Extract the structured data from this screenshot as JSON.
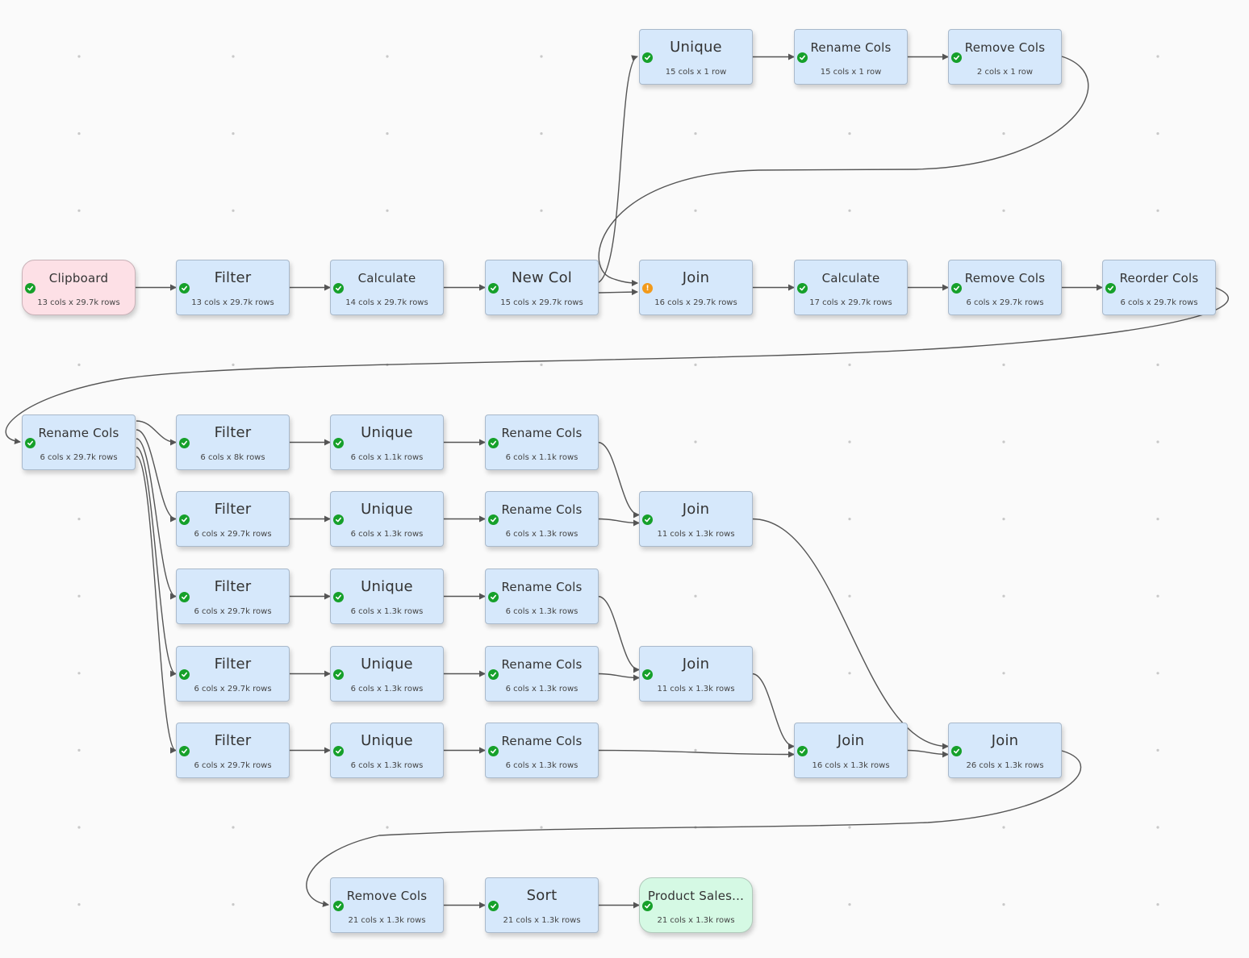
{
  "colors": {
    "node_fill": "#d6e8fb",
    "source_fill": "#fde0e6",
    "output_fill": "#d5f9e4",
    "ok": "#16a02a",
    "warn": "#f29a1b",
    "edge": "#555555"
  },
  "nodes": [
    {
      "id": "unique_top",
      "title": "Unique",
      "subtitle": "15 cols x 1 row",
      "status": "ok",
      "kind": "normal"
    },
    {
      "id": "rename_top",
      "title": "Rename Cols",
      "subtitle": "15 cols x 1 row",
      "status": "ok",
      "kind": "normal"
    },
    {
      "id": "remove_top",
      "title": "Remove Cols",
      "subtitle": "2 cols x 1 row",
      "status": "ok",
      "kind": "normal"
    },
    {
      "id": "clipboard",
      "title": "Clipboard",
      "subtitle": "13 cols x 29.7k rows",
      "status": "ok",
      "kind": "source"
    },
    {
      "id": "filter_main",
      "title": "Filter",
      "subtitle": "13 cols x 29.7k rows",
      "status": "ok",
      "kind": "normal"
    },
    {
      "id": "calc1",
      "title": "Calculate",
      "subtitle": "14 cols x 29.7k rows",
      "status": "ok",
      "kind": "normal"
    },
    {
      "id": "newcol",
      "title": "New Col",
      "subtitle": "15 cols x 29.7k rows",
      "status": "ok",
      "kind": "normal"
    },
    {
      "id": "join_main",
      "title": "Join",
      "subtitle": "16 cols x 29.7k rows",
      "status": "warn",
      "kind": "normal"
    },
    {
      "id": "calc2",
      "title": "Calculate",
      "subtitle": "17 cols x 29.7k rows",
      "status": "ok",
      "kind": "normal"
    },
    {
      "id": "remove_main",
      "title": "Remove Cols",
      "subtitle": "6 cols x 29.7k rows",
      "status": "ok",
      "kind": "normal"
    },
    {
      "id": "reorder",
      "title": "Reorder Cols",
      "subtitle": "6 cols x 29.7k rows",
      "status": "ok",
      "kind": "normal"
    },
    {
      "id": "rename_hub",
      "title": "Rename Cols",
      "subtitle": "6 cols x 29.7k rows",
      "status": "ok",
      "kind": "normal"
    },
    {
      "id": "f1",
      "title": "Filter",
      "subtitle": "6 cols x 8k rows",
      "status": "ok",
      "kind": "normal"
    },
    {
      "id": "u1",
      "title": "Unique",
      "subtitle": "6 cols x 1.1k rows",
      "status": "ok",
      "kind": "normal"
    },
    {
      "id": "r1",
      "title": "Rename Cols",
      "subtitle": "6 cols x 1.1k rows",
      "status": "ok",
      "kind": "normal"
    },
    {
      "id": "f2",
      "title": "Filter",
      "subtitle": "6 cols x 29.7k rows",
      "status": "ok",
      "kind": "normal"
    },
    {
      "id": "u2",
      "title": "Unique",
      "subtitle": "6 cols x 1.3k rows",
      "status": "ok",
      "kind": "normal"
    },
    {
      "id": "r2",
      "title": "Rename Cols",
      "subtitle": "6 cols x 1.3k rows",
      "status": "ok",
      "kind": "normal"
    },
    {
      "id": "j1",
      "title": "Join",
      "subtitle": "11 cols x 1.3k rows",
      "status": "ok",
      "kind": "normal"
    },
    {
      "id": "f3",
      "title": "Filter",
      "subtitle": "6 cols x 29.7k rows",
      "status": "ok",
      "kind": "normal"
    },
    {
      "id": "u3",
      "title": "Unique",
      "subtitle": "6 cols x 1.3k rows",
      "status": "ok",
      "kind": "normal"
    },
    {
      "id": "r3",
      "title": "Rename Cols",
      "subtitle": "6 cols x 1.3k rows",
      "status": "ok",
      "kind": "normal"
    },
    {
      "id": "f4",
      "title": "Filter",
      "subtitle": "6 cols x 29.7k rows",
      "status": "ok",
      "kind": "normal"
    },
    {
      "id": "u4",
      "title": "Unique",
      "subtitle": "6 cols x 1.3k rows",
      "status": "ok",
      "kind": "normal"
    },
    {
      "id": "r4",
      "title": "Rename Cols",
      "subtitle": "6 cols x 1.3k rows",
      "status": "ok",
      "kind": "normal"
    },
    {
      "id": "j2",
      "title": "Join",
      "subtitle": "11 cols x 1.3k rows",
      "status": "ok",
      "kind": "normal"
    },
    {
      "id": "f5",
      "title": "Filter",
      "subtitle": "6 cols x 29.7k rows",
      "status": "ok",
      "kind": "normal"
    },
    {
      "id": "u5",
      "title": "Unique",
      "subtitle": "6 cols x 1.3k rows",
      "status": "ok",
      "kind": "normal"
    },
    {
      "id": "r5",
      "title": "Rename Cols",
      "subtitle": "6 cols x 1.3k rows",
      "status": "ok",
      "kind": "normal"
    },
    {
      "id": "j3",
      "title": "Join",
      "subtitle": "16 cols x 1.3k rows",
      "status": "ok",
      "kind": "normal"
    },
    {
      "id": "j4",
      "title": "Join",
      "subtitle": "26 cols x 1.3k rows",
      "status": "ok",
      "kind": "normal"
    },
    {
      "id": "remove_end",
      "title": "Remove Cols",
      "subtitle": "21 cols x 1.3k rows",
      "status": "ok",
      "kind": "normal"
    },
    {
      "id": "sort",
      "title": "Sort",
      "subtitle": "21 cols x 1.3k rows",
      "status": "ok",
      "kind": "normal"
    },
    {
      "id": "output",
      "title": "Product Sales...",
      "subtitle": "21 cols x 1.3k rows",
      "status": "ok",
      "kind": "output"
    }
  ],
  "edges": [
    [
      "unique_top",
      "rename_top"
    ],
    [
      "rename_top",
      "remove_top"
    ],
    [
      "remove_top",
      "join_main"
    ],
    [
      "clipboard",
      "filter_main"
    ],
    [
      "filter_main",
      "calc1"
    ],
    [
      "calc1",
      "newcol"
    ],
    [
      "newcol",
      "unique_top"
    ],
    [
      "newcol",
      "join_main"
    ],
    [
      "join_main",
      "calc2"
    ],
    [
      "calc2",
      "remove_main"
    ],
    [
      "remove_main",
      "reorder"
    ],
    [
      "reorder",
      "rename_hub"
    ],
    [
      "rename_hub",
      "f1"
    ],
    [
      "rename_hub",
      "f2"
    ],
    [
      "rename_hub",
      "f3"
    ],
    [
      "rename_hub",
      "f4"
    ],
    [
      "rename_hub",
      "f5"
    ],
    [
      "f1",
      "u1"
    ],
    [
      "u1",
      "r1"
    ],
    [
      "f2",
      "u2"
    ],
    [
      "u2",
      "r2"
    ],
    [
      "f3",
      "u3"
    ],
    [
      "u3",
      "r3"
    ],
    [
      "f4",
      "u4"
    ],
    [
      "u4",
      "r4"
    ],
    [
      "f5",
      "u5"
    ],
    [
      "u5",
      "r5"
    ],
    [
      "r1",
      "j1"
    ],
    [
      "r2",
      "j1"
    ],
    [
      "r3",
      "j2"
    ],
    [
      "r4",
      "j2"
    ],
    [
      "j2",
      "j3"
    ],
    [
      "r5",
      "j3"
    ],
    [
      "j1",
      "j4"
    ],
    [
      "j3",
      "j4"
    ],
    [
      "j4",
      "remove_end"
    ],
    [
      "remove_end",
      "sort"
    ],
    [
      "sort",
      "output"
    ]
  ]
}
